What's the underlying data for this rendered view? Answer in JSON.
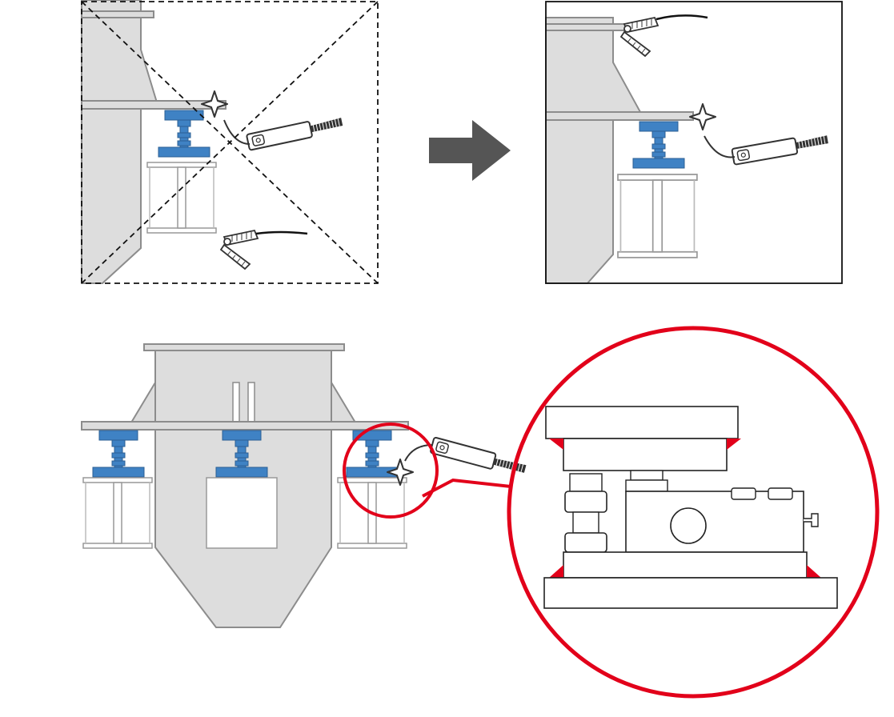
{
  "diagram": {
    "panels": [
      {
        "id": "incorrect-welding",
        "marker": "dashed-cross",
        "ground_clamp": "on-support-beam"
      },
      {
        "id": "correct-welding",
        "marker": "none",
        "ground_clamp": "on-vessel-top"
      }
    ],
    "overview": {
      "load_cell_mounts": 3,
      "magnified_mount": "right"
    },
    "colors": {
      "structure_fill": "#dddddd",
      "structure_stroke": "#8c8c8c",
      "mount_blue": "#3f82c4",
      "magnifier_red": "#e2001a",
      "arrow": "#555555",
      "outline": "#111111"
    }
  }
}
